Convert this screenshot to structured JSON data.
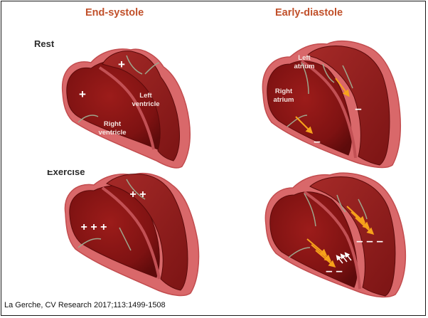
{
  "columns": {
    "left_title": "End-systole",
    "right_title": "Early-diastole"
  },
  "rows": {
    "rest_label": "Rest",
    "exercise_label": "Exercise"
  },
  "panels": {
    "rest_systole": {
      "label_left_ventricle": [
        "Left",
        "ventricle"
      ],
      "label_right_ventricle": [
        "Right",
        "ventricle"
      ],
      "sign_upper": "+",
      "sign_left": "+"
    },
    "rest_diastole": {
      "label_left_atrium": [
        "Left",
        "atrium"
      ],
      "label_right_atrium": [
        "Right",
        "atrium"
      ],
      "sign_right": "–",
      "sign_left": "–"
    },
    "exercise_systole": {
      "sign_upper": "+ +",
      "sign_left": "+ + +"
    },
    "exercise_diastole": {
      "sign_right": "– – –",
      "sign_left": "– –"
    }
  },
  "colors": {
    "title_color": "#c1502a",
    "myocardium_outer": "#d9686a",
    "chamber_dark": "#8b1515",
    "arrow_orange": "#f7a21b"
  },
  "citation": "La Gerche, CV Research 2017;113:1499-1508"
}
